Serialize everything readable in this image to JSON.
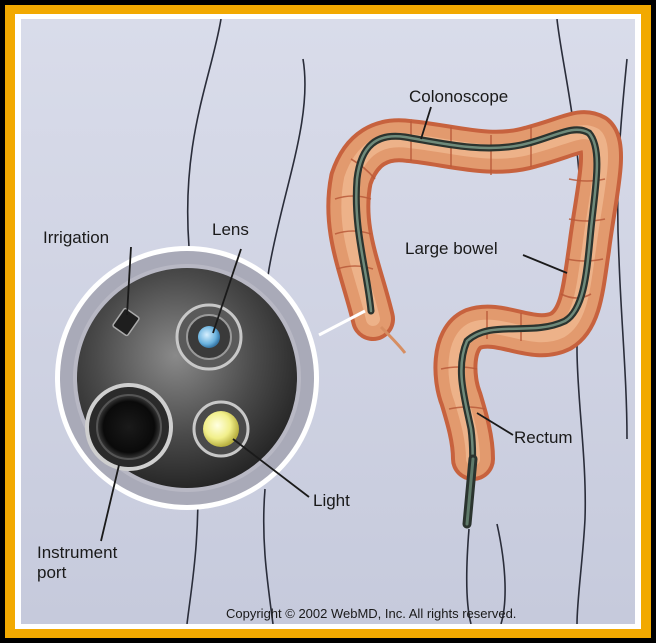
{
  "labels": {
    "colonoscope": "Colonoscope",
    "irrigation": "Irrigation",
    "lens": "Lens",
    "large_bowel": "Large bowel",
    "rectum": "Rectum",
    "light": "Light",
    "instrument_port_line1": "Instrument",
    "instrument_port_line2": "port"
  },
  "copyright": "Copyright © 2002 WebMD, Inc. All rights reserved.",
  "colors": {
    "outer_border": "#000000",
    "gold_frame": "#f2a900",
    "inner_frame": "#ffffff",
    "background": "#cfd3e3",
    "bowel": "#e29a6e",
    "scope": "#3d4a44"
  }
}
